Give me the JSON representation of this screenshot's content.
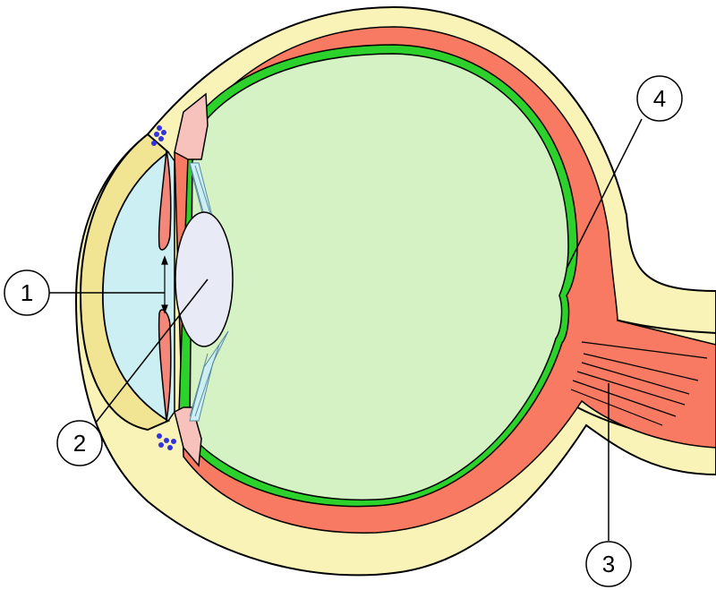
{
  "callouts": [
    {
      "number": "1"
    },
    {
      "number": "2"
    },
    {
      "number": "3"
    },
    {
      "number": "4"
    }
  ],
  "colors": {
    "sclera": "#f9f3b8",
    "sclera_dark": "#f1e493",
    "choroid": "#f97a62",
    "retina": "#2cd12c",
    "vitreous": "#d5f2c5",
    "cornea_chamber": "#cceff4",
    "lens": "#e8eaf6",
    "iris": "#f4877a",
    "ciliary_body": "#f6c2bb",
    "outline": "#000000",
    "drainage_dots": "#3333dd"
  }
}
